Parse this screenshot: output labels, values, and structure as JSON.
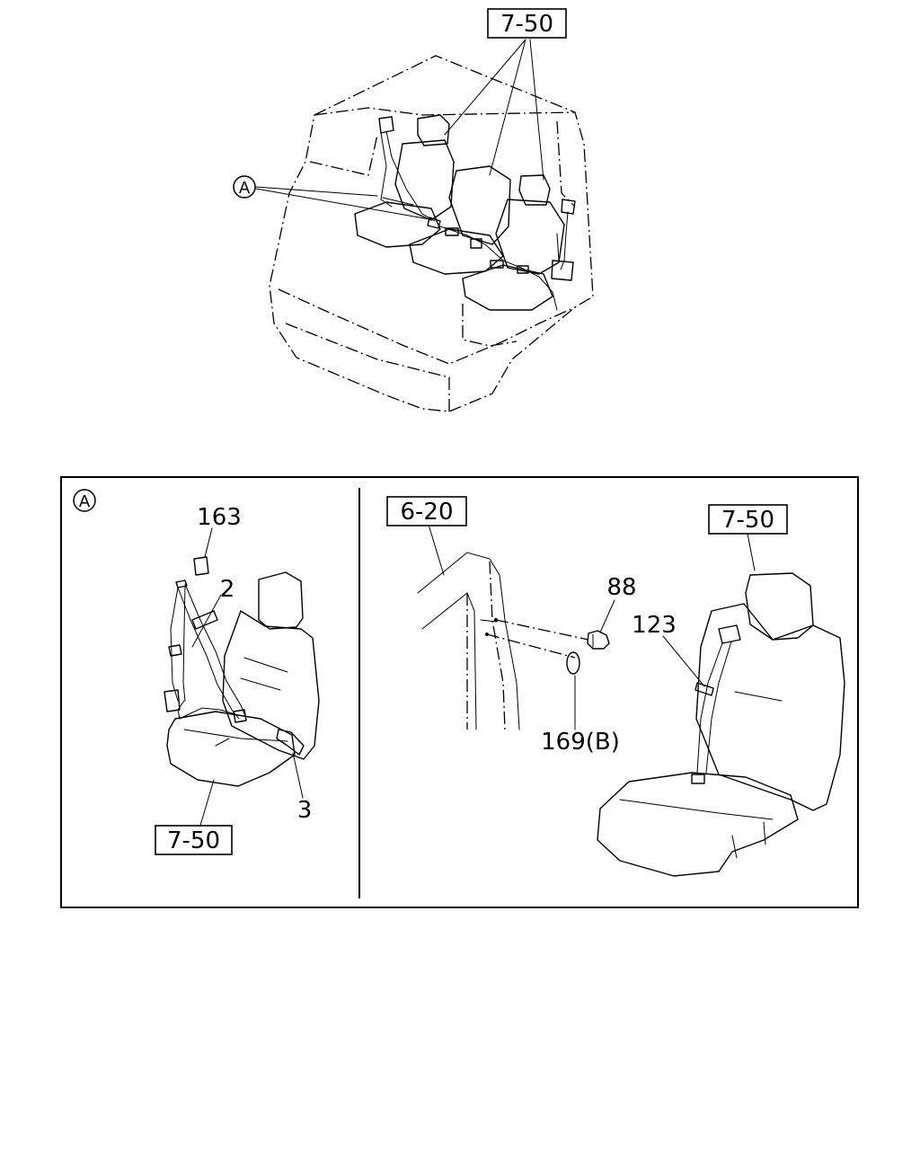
{
  "overview": {
    "ref_label": "7-50",
    "callout_letter": "A"
  },
  "detail_left": {
    "callout_letter": "A",
    "parts": {
      "p163": "163",
      "p2": "2",
      "p3": "3"
    },
    "ref_label": "7-50"
  },
  "detail_right": {
    "ref_top_left": "6-20",
    "ref_top_right": "7-50",
    "parts": {
      "p88": "88",
      "p123": "123",
      "p169": "169(B)"
    }
  }
}
